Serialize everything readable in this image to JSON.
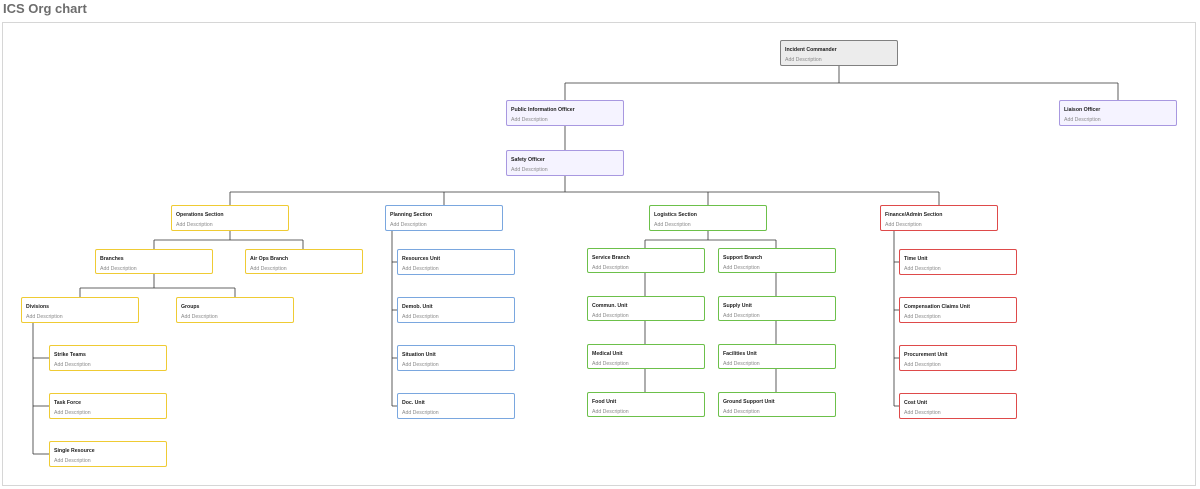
{
  "page": {
    "title": "ICS Org chart"
  },
  "nodes": {
    "incident_commander": {
      "title": "Incident Commander",
      "desc": "Add Description"
    },
    "public_info": {
      "title": "Public Information Officer",
      "desc": "Add Description"
    },
    "liaison": {
      "title": "Liaison Officer",
      "desc": "Add Description"
    },
    "safety": {
      "title": "Safety Officer",
      "desc": "Add Description"
    },
    "operations": {
      "title": "Operations Section",
      "desc": "Add Description"
    },
    "planning": {
      "title": "Planning Section",
      "desc": "Add Description"
    },
    "logistics": {
      "title": "Logistics Section",
      "desc": "Add Description"
    },
    "finance": {
      "title": "Finance/Admin Section",
      "desc": "Add Description"
    },
    "branches": {
      "title": "Branches",
      "desc": "Add Description"
    },
    "air_ops": {
      "title": "Air Ops Branch",
      "desc": "Add Description"
    },
    "divisions": {
      "title": "Divisions",
      "desc": "Add Description"
    },
    "groups": {
      "title": "Groups",
      "desc": "Add Description"
    },
    "strike_teams": {
      "title": "Strike Teams",
      "desc": "Add Description"
    },
    "task_force": {
      "title": "Task Force",
      "desc": "Add Description"
    },
    "single_resource": {
      "title": "Single Resource",
      "desc": "Add Description"
    },
    "resources_unit": {
      "title": "Resources Unit",
      "desc": "Add Description"
    },
    "demob_unit": {
      "title": "Demob. Unit",
      "desc": "Add Description"
    },
    "situation_unit": {
      "title": "Situation Unit",
      "desc": "Add Description"
    },
    "doc_unit": {
      "title": "Doc. Unit",
      "desc": "Add Description"
    },
    "service_branch": {
      "title": "Service Branch",
      "desc": "Add Description"
    },
    "support_branch": {
      "title": "Support Branch",
      "desc": "Add Description"
    },
    "commun_unit": {
      "title": "Commun. Unit",
      "desc": "Add Description"
    },
    "supply_unit": {
      "title": "Supply Unit",
      "desc": "Add Description"
    },
    "medical_unit": {
      "title": "Medical Unit",
      "desc": "Add Description"
    },
    "facilities_unit": {
      "title": "Facilities Unit",
      "desc": "Add Description"
    },
    "food_unit": {
      "title": "Food Unit",
      "desc": "Add Description"
    },
    "ground_support_unit": {
      "title": "Ground Support Unit",
      "desc": "Add Description"
    },
    "time_unit": {
      "title": "Time Unit",
      "desc": "Add Description"
    },
    "comp_claims_unit": {
      "title": "Compensation Claims Unit",
      "desc": "Add Description"
    },
    "procurement_unit": {
      "title": "Procurement Unit",
      "desc": "Add Description"
    },
    "cost_unit": {
      "title": "Cost Unit",
      "desc": "Add Description"
    }
  }
}
